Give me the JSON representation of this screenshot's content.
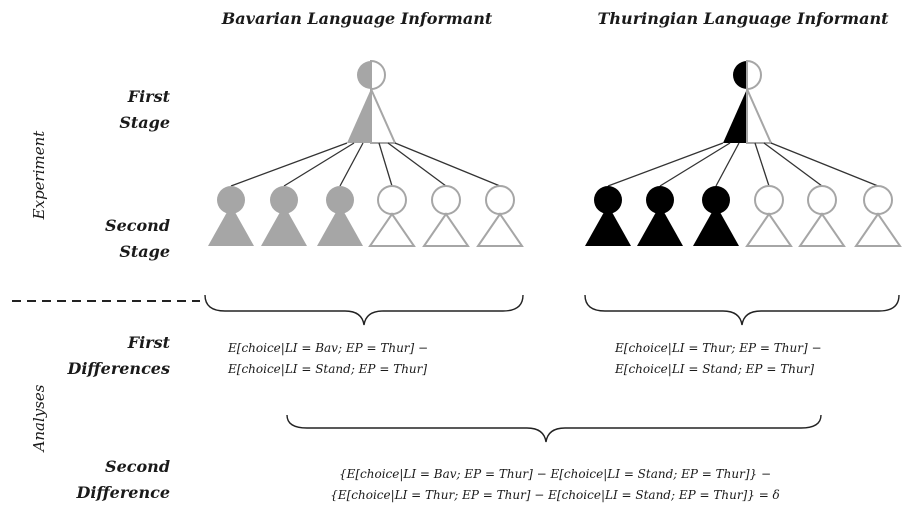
{
  "header": {
    "bavarian": "Bavarian Language Informant",
    "thuringian": "Thuringian Language Informant"
  },
  "side_labels": {
    "experiment": "Experiment",
    "analyses": "Analyses"
  },
  "row_labels": {
    "first_stage_1": "First",
    "first_stage_2": "Stage",
    "second_stage_1": "Second",
    "second_stage_2": "Stage",
    "first_diff_1": "First",
    "first_diff_2": "Differences",
    "second_diff_1": "Second",
    "second_diff_2": "Difference"
  },
  "equations": {
    "bav_line1": "E[choice|LI = Bav; EP = Thur] −",
    "bav_line2": "E[choice|LI = Stand; EP = Thur]",
    "thur_line1": "E[choice|LI = Thur; EP = Thur] −",
    "thur_line2": "E[choice|LI = Stand; EP = Thur]",
    "second_line1": "{E[choice|LI = Bav; EP = Thur] − E[choice|LI = Stand; EP = Thur]} −",
    "second_line2": "{E[choice|LI = Thur; EP = Thur] − E[choice|LI = Stand; EP = Thur]} = δ"
  },
  "colors": {
    "bavarian_fill": "#a6a6a6",
    "thuringian_fill": "#000000",
    "outline": "#a6a6a6",
    "line": "#222222"
  },
  "figures": {
    "bavarian_filled_count": 3,
    "bavarian_empty_count": 3,
    "thuringian_filled_count": 3,
    "thuringian_empty_count": 3
  }
}
